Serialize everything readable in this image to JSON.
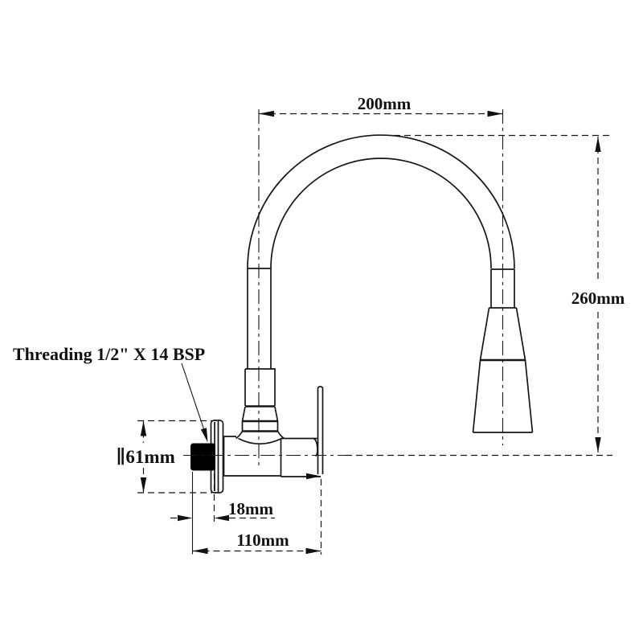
{
  "drawing": {
    "title": "Wall-mounted kitchen faucet technical drawing",
    "subject": "Single-handle wall mount faucet with flexible gooseneck spout and pull-down spray head",
    "annotations": {
      "leader_note": "Threading 1/2\" X 14 BSP",
      "dim_spout_reach": "200mm",
      "dim_overall_height": "260mm",
      "dim_flange_diameter": "∥61mm",
      "dim_thread_projection": "18mm",
      "dim_body_length": "110mm"
    },
    "dimensions_mm": {
      "spout_reach": 200,
      "overall_height": 260,
      "flange_diameter": 61,
      "thread_projection": 18,
      "body_length": 110
    },
    "colors": {
      "line": "#161616",
      "text": "#111111",
      "thread_block_fill": "#000000",
      "background": "#ffffff"
    }
  }
}
